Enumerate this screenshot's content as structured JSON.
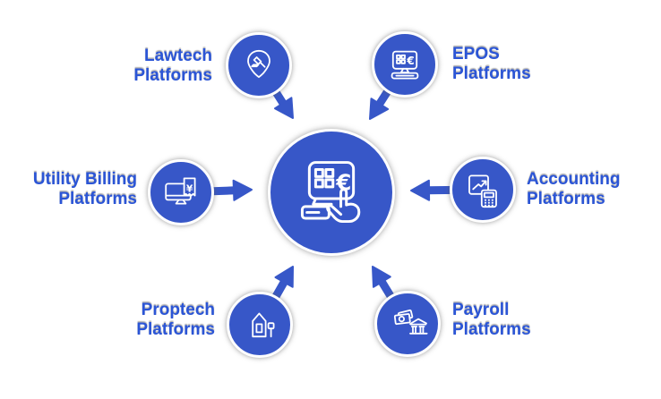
{
  "colors": {
    "primary": "#3757c8",
    "label_text": "#2b55d6",
    "icon_stroke": "#ffffff",
    "background": "#ffffff"
  },
  "center": {
    "name": "central-hub",
    "icon": "payment-terminal-euro-touch-icon",
    "connects": "all-nodes"
  },
  "nodes": [
    {
      "id": "lawtech",
      "label": "Lawtech\nPlatforms",
      "icon": "gavel-location-pin-icon",
      "position": "top-left",
      "connects_to": "center"
    },
    {
      "id": "epos",
      "label": "EPOS\nPlatforms",
      "icon": "epos-till-euro-icon",
      "position": "top-right",
      "connects_to": "center"
    },
    {
      "id": "utility-billing",
      "label": "Utility Billing\nPlatforms",
      "icon": "monitor-utility-bill-icon",
      "position": "middle-left",
      "connects_to": "center"
    },
    {
      "id": "accounting",
      "label": "Accounting\nPlatforms",
      "icon": "chart-calculator-icon",
      "position": "middle-right",
      "connects_to": "center"
    },
    {
      "id": "proptech",
      "label": "Proptech\nPlatforms",
      "icon": "house-sale-sign-icon",
      "position": "bottom-left",
      "connects_to": "center"
    },
    {
      "id": "payroll",
      "label": "Payroll\nPlatforms",
      "icon": "banknotes-bank-icon",
      "position": "bottom-right",
      "connects_to": "center"
    }
  ]
}
